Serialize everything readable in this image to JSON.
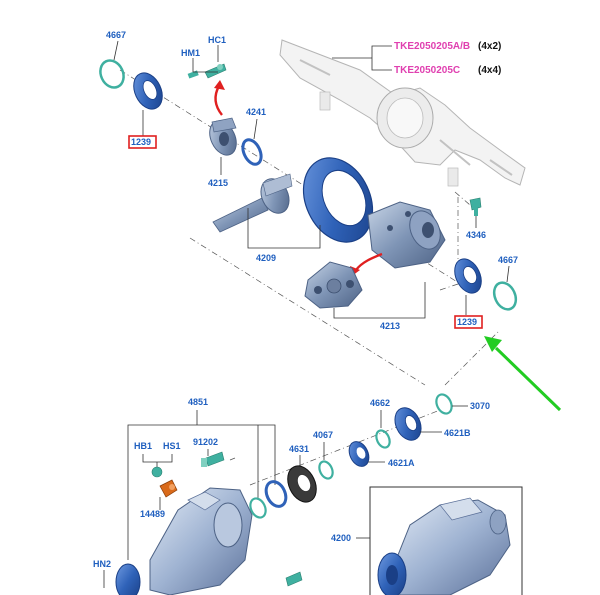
{
  "parts": {
    "p4667_top": "4667",
    "p1239_top": "1239",
    "hm1": "HM1",
    "hc1": "HC1",
    "p4241": "4241",
    "p4215": "4215",
    "p4209": "4209",
    "p4346": "4346",
    "p4667_right": "4667",
    "p4213": "4213",
    "p1239_right": "1239",
    "p4851": "4851",
    "p4662": "4662",
    "p3070": "3070",
    "hb1": "HB1",
    "hs1": "HS1",
    "p91202": "91202",
    "p4631": "4631",
    "p4067": "4067",
    "p4621b": "4621B",
    "p4621a": "4621A",
    "p14489": "14489",
    "hn2": "HN2",
    "p4200": "4200"
  },
  "callouts": {
    "tke_ab": "TKE2050205A/B",
    "tke_ab_drive": "(4x2)",
    "tke_c": "TKE2050205C",
    "tke_c_drive": "(4x4)"
  },
  "colors": {
    "label_blue": "#1f5fbf",
    "callout_magenta": "#e040b0",
    "highlight_red": "#e02020",
    "arrow_green": "#22cc22",
    "part_blue": "#2f62b8",
    "seal_teal": "#3fb0a0",
    "housing": "#c8d6ea"
  }
}
